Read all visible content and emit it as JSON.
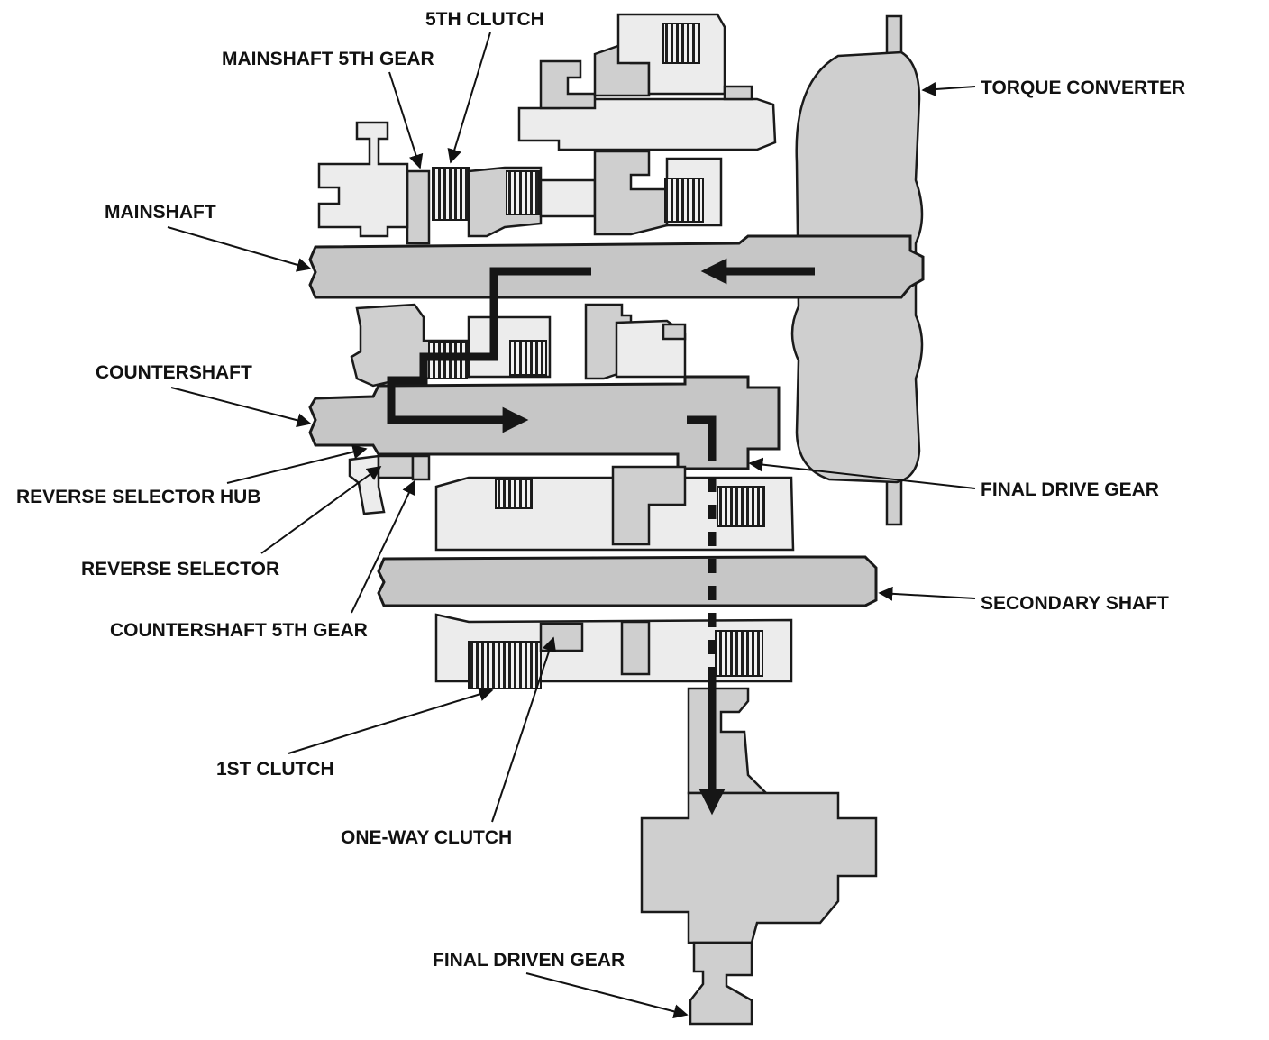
{
  "labels": {
    "fifth_clutch": "5TH CLUTCH",
    "mainshaft_fifth_gear": "MAINSHAFT 5TH GEAR",
    "torque_converter": "TORQUE CONVERTER",
    "mainshaft": "MAINSHAFT",
    "countershaft": "COUNTERSHAFT",
    "reverse_selector_hub": "REVERSE SELECTOR HUB",
    "final_drive_gear": "FINAL DRIVE GEAR",
    "reverse_selector": "REVERSE SELECTOR",
    "secondary_shaft": "SECONDARY SHAFT",
    "countershaft_fifth_gear": "COUNTERSHAFT 5TH GEAR",
    "first_clutch": "1ST CLUTCH",
    "one_way_clutch": "ONE-WAY CLUTCH",
    "final_driven_gear": "FINAL DRIVEN GEAR"
  },
  "colors": {
    "component_fill": "#cfcfcf",
    "outline": "#1a1a1a",
    "power_flow": "#161616",
    "background": "#ffffff"
  }
}
